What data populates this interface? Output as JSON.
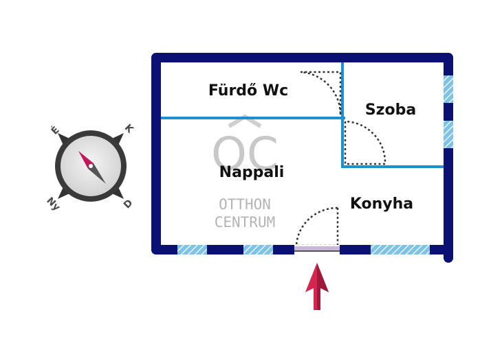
{
  "rooms": {
    "bathroom": "Fürdő Wc",
    "bedroom": "Szoba",
    "living_room": "Nappali",
    "kitchen": "Konyha"
  },
  "watermark": {
    "logo": "OC",
    "line1": "OTTHON",
    "line2": "CENTRUM"
  },
  "compass": {
    "north": "É",
    "east": "K",
    "south": "D",
    "west": "Ny"
  },
  "colors": {
    "outer_wall": "#0a1172",
    "inner_wall": "#1e8fd0",
    "window": "#7ec3e6",
    "entrance_arrow": "#d6254f",
    "door_swing": "#333333"
  },
  "icons": {
    "compass": "compass-icon",
    "entrance": "entrance-arrow-icon"
  }
}
